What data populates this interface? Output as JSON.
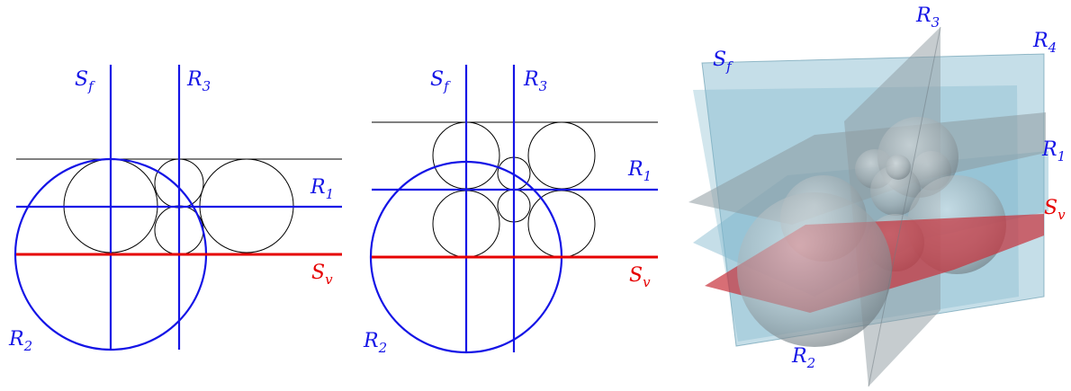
{
  "colors": {
    "blue": "#1414e6",
    "red": "#e60000",
    "black": "#000000",
    "plane_blue": "#7fb6cc",
    "plane_gray": "#8e9aa0",
    "plane_red": "#c8303a",
    "sphere": "#9aa4a8"
  },
  "labels": {
    "sf": {
      "base": "S",
      "sub": "f"
    },
    "r3": {
      "base": "R",
      "sub": "3"
    },
    "r1": {
      "base": "R",
      "sub": "1"
    },
    "sv": {
      "base": "S",
      "sub": "v"
    },
    "r2": {
      "base": "R",
      "sub": "2"
    },
    "r4": {
      "base": "R",
      "sub": "4"
    }
  }
}
